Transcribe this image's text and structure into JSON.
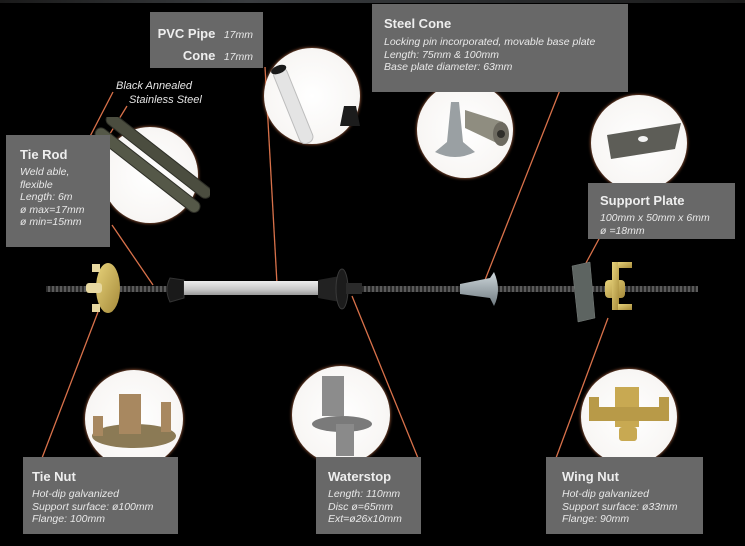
{
  "labels": {
    "tie_rod": {
      "title": "Tie Rod",
      "lines": [
        "Weld able,",
        "flexible",
        "Length: 6m",
        "ø max=17mm",
        "ø min=15mm"
      ]
    },
    "material_note": {
      "line1": "Black Annealed",
      "line2": "Stainless Steel"
    },
    "pvc_pipe": {
      "pipe_label": "PVC Pipe",
      "pipe_value": "17mm",
      "cone_label": "Cone",
      "cone_value": "17mm"
    },
    "steel_cone": {
      "title": "Steel Cone",
      "lines": [
        "Locking pin incorporated, movable base plate",
        "Length: 75mm & 100mm",
        "Base plate diameter: 63mm"
      ]
    },
    "support_plate": {
      "title": "Support Plate",
      "lines": [
        "100mm x 50mm x  6mm",
        "ø =18mm"
      ]
    },
    "tie_nut": {
      "title": "Tie Nut",
      "lines": [
        "Hot-dip galvanized",
        "Support surface: ø100mm",
        "Flange: 100mm"
      ]
    },
    "waterstop": {
      "title": "Waterstop",
      "lines": [
        "Length: 110mm",
        "Disc ø=65mm",
        "Ext=ø26x10mm"
      ]
    },
    "wing_nut": {
      "title": "Wing Nut",
      "lines": [
        "Hot-dip galvanized",
        "Support surface: ø33mm",
        "Flange: 90mm"
      ]
    }
  },
  "colors": {
    "background": "#000000",
    "label_box": "#686868",
    "leader_line": "#d8714a",
    "circle_fill": "#ffffff"
  }
}
